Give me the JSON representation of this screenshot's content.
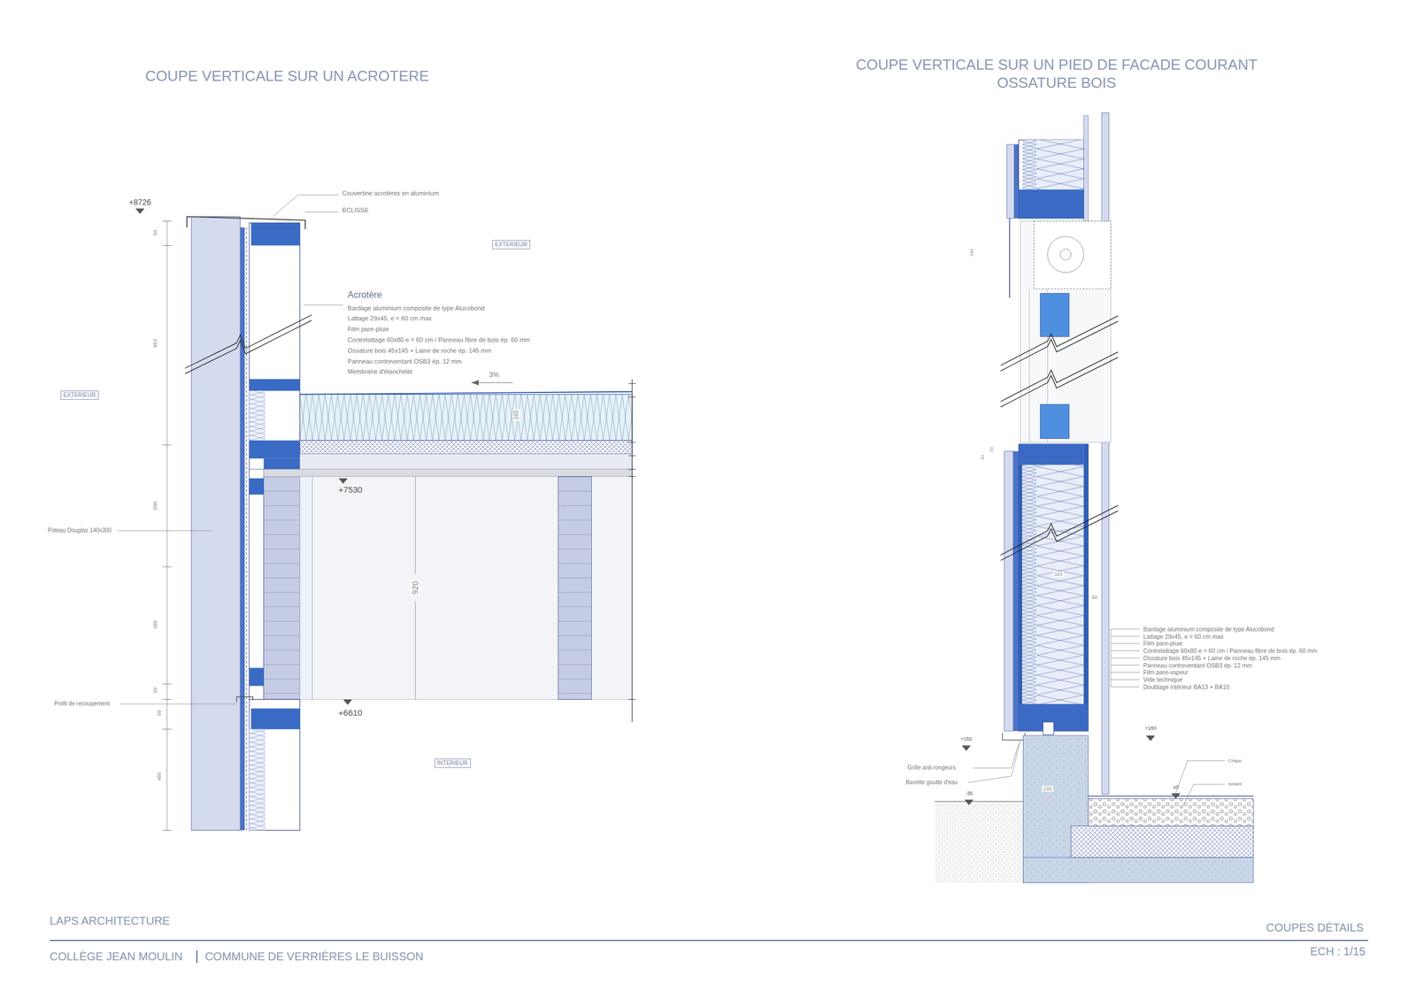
{
  "diagram": {
    "nodes": [
      {
        "text": [
          "EXTERIEUR"
        ]
      },
      {
        "text": [
          "EXTERIEUR"
        ]
      },
      {
        "text": [
          "INTERIEUR"
        ]
      }
    ],
    "labels": [
      "COUPE VERTICALE SUR UN ACROTERE",
      "COUPE VERTICALE SUR UN PIED DE FACADE COURANT",
      "OSSATURE BOIS",
      "+8726",
      "Couvertine acrotères en aluminium",
      "ECLISSE",
      "Acrotère",
      "Bardage aluminium composite de type Alucobond",
      "Lattage 29x45, e = 60 cm max",
      "Film pare-pluie",
      "Contrelattage 60x80 e = 60 cm / Panneau fibre de bois ép. 60 mm",
      "Ossature bois 45x145 + Laine de roche ép. 145 mm",
      "Panneau contreventant OSB3 ép. 12 mm",
      "Membrane d'étanchéité",
      "3%",
      "160",
      "+7530",
      "920",
      "+6610",
      "Poteau Douglas 140x300",
      "Profil de recoupement",
      "50",
      "863",
      "500",
      "485",
      "50",
      "50",
      "485",
      "240",
      "20",
      "30",
      "324",
      "50",
      "Bardage aluminium composite de type Alucobond",
      "Lattage 29x45, e = 60 cm max",
      "Film pare-pluie",
      "Contrelattage 60x80 e = 60 cm / Panneau fibre de bois ép. 60 mm",
      "Ossature bois 45x145 + Laine de roche ép. 145 mm",
      "Panneau contreventant OSB3 ép. 12 mm",
      "Film pare-vapeur",
      "Vide technique",
      "Doublage intérieur BA13 + BA10",
      "+150",
      "+180",
      "Grille anti-rongeurs",
      "Bavette goutte d'eau",
      "-35",
      "150",
      "±0",
      "Chape",
      "Isolant",
      "LAPS ARCHITECTURE",
      "COLLÈGE JEAN MOULIN",
      "COMMUNE DE VERRIÈRES LE BUISSON",
      "COUPES DÉTAILS",
      "ECH : 1/15"
    ]
  }
}
